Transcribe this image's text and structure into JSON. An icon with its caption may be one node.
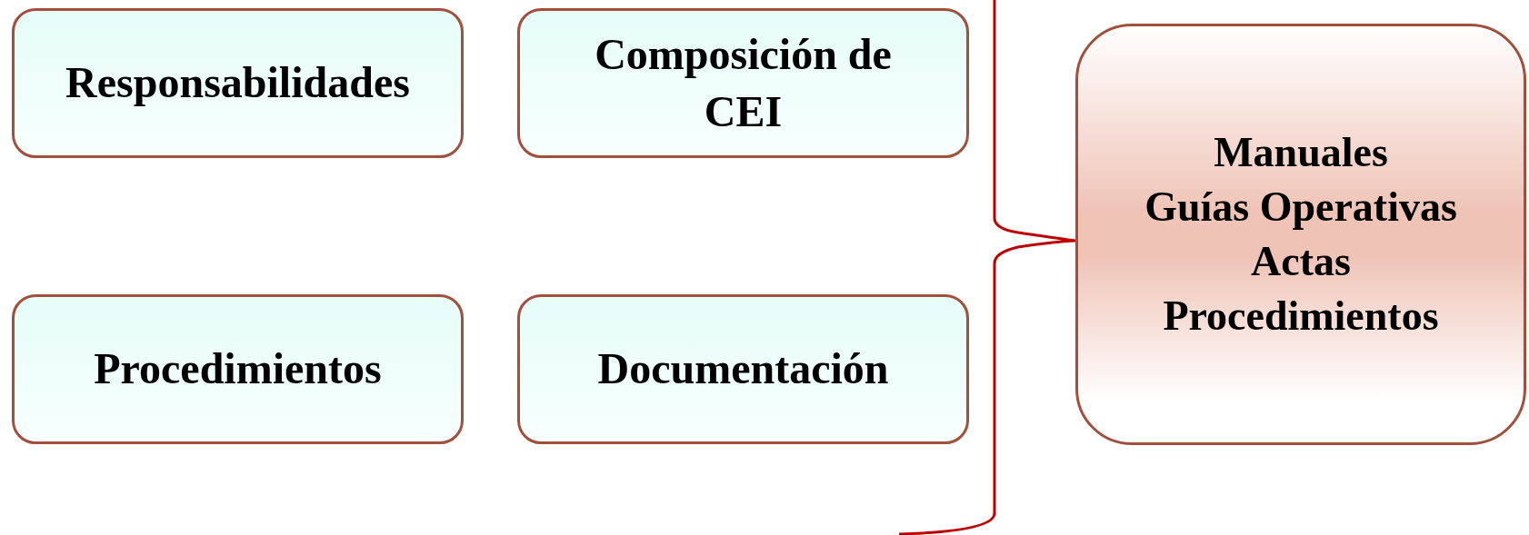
{
  "diagram": {
    "nodes": [
      {
        "text": [
          "Responsabilidades"
        ]
      },
      {
        "text": [
          "Composición de CEI"
        ]
      },
      {
        "text": [
          "Procedimientos"
        ]
      },
      {
        "text": [
          "Documentación"
        ]
      },
      {
        "text": [
          "Manuales",
          "Guías Operativas",
          "Actas",
          "Procedimientos"
        ]
      }
    ]
  }
}
